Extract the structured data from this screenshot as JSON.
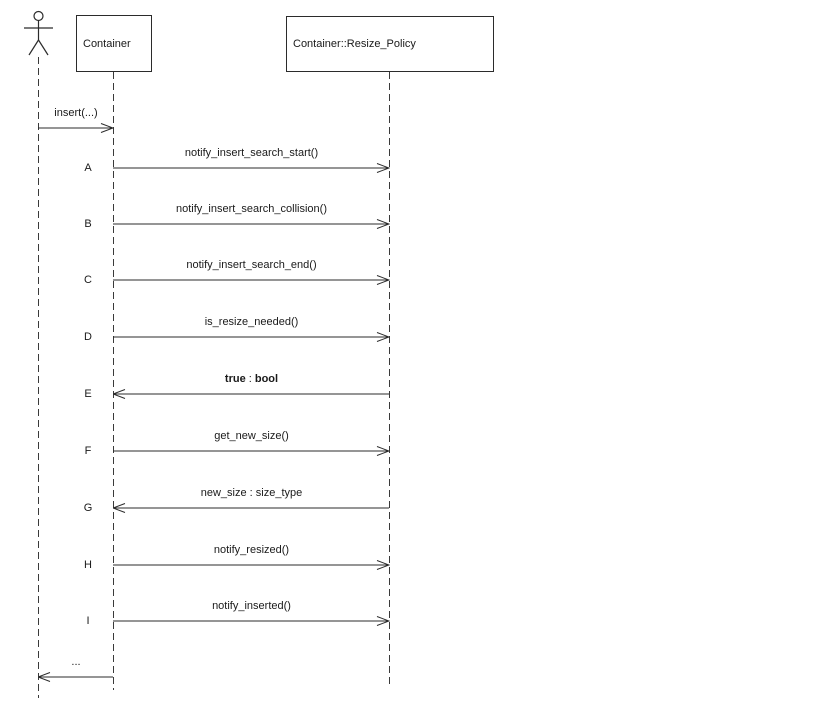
{
  "diagram": {
    "type": "uml-sequence",
    "background": "#ffffff",
    "line_color": "#2b2b2b",
    "text_color": "#1a1a1a"
  },
  "participants": {
    "user": {
      "name": "actor",
      "kind": "stick-figure"
    },
    "container": {
      "label": "Container"
    },
    "resize_policy": {
      "label": "Container::Resize_Policy"
    }
  },
  "messages": [
    {
      "letter": "",
      "label": "insert(...)",
      "from": "actor",
      "to": "container",
      "direction": "right"
    },
    {
      "letter": "A",
      "label": "notify_insert_search_start()",
      "from": "container",
      "to": "resize_policy",
      "direction": "right"
    },
    {
      "letter": "B",
      "label": "notify_insert_search_collision()",
      "from": "container",
      "to": "resize_policy",
      "direction": "right"
    },
    {
      "letter": "C",
      "label": "notify_insert_search_end()",
      "from": "container",
      "to": "resize_policy",
      "direction": "right"
    },
    {
      "letter": "D",
      "label": "is_resize_needed()",
      "from": "container",
      "to": "resize_policy",
      "direction": "right"
    },
    {
      "letter": "E",
      "label": "true : bool",
      "parts": {
        "a": "true",
        "sep": " : ",
        "b": "bool"
      },
      "from": "resize_policy",
      "to": "container",
      "direction": "left"
    },
    {
      "letter": "F",
      "label": "get_new_size()",
      "from": "container",
      "to": "resize_policy",
      "direction": "right"
    },
    {
      "letter": "G",
      "label": "new_size : size_type",
      "from": "resize_policy",
      "to": "container",
      "direction": "left"
    },
    {
      "letter": "H",
      "label": "notify_resized()",
      "from": "container",
      "to": "resize_policy",
      "direction": "right"
    },
    {
      "letter": "I",
      "label": "notify_inserted()",
      "from": "container",
      "to": "resize_policy",
      "direction": "right"
    },
    {
      "letter": "",
      "label": "...",
      "from": "container",
      "to": "actor",
      "direction": "left"
    }
  ]
}
